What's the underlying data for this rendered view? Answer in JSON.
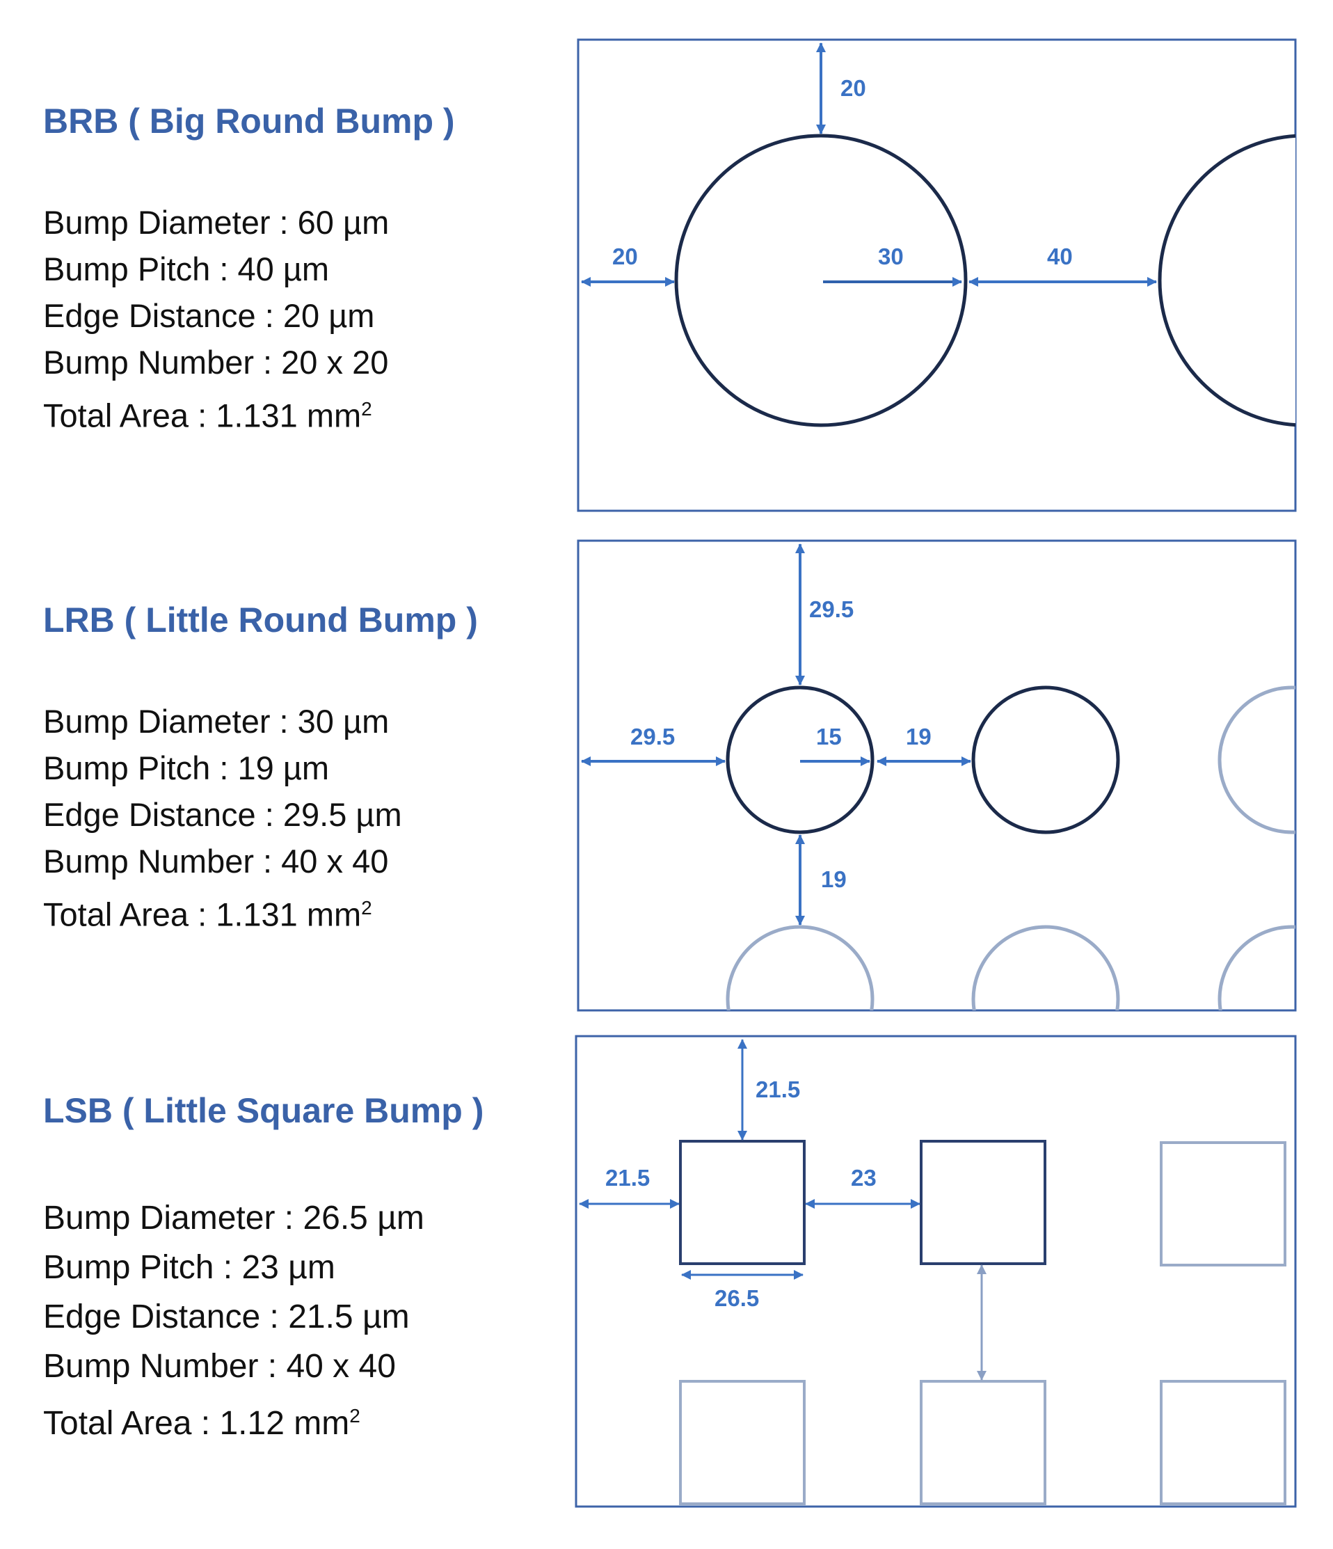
{
  "sections": [
    {
      "title": "BRB ( Big Round Bump )",
      "specs": {
        "diameter": "Bump Diameter : 60  µm",
        "pitch": "Bump Pitch : 40  µm",
        "edge": "Edge Distance : 20  µm",
        "number": "Bump Number : 20 x 20",
        "area_prefix": "Total Area : 1.131 mm",
        "area_exp": "2"
      },
      "dims": {
        "top": "20",
        "left": "20",
        "radius": "30",
        "gap": "40"
      }
    },
    {
      "title": "LRB ( Little Round Bump )",
      "specs": {
        "diameter": "Bump Diameter : 30  µm",
        "pitch": "Bump Pitch : 19  µm",
        "edge": "Edge Distance : 29.5  µm",
        "number": "Bump Number : 40 x 40",
        "area_prefix": "Total Area : 1.131 mm",
        "area_exp": "2"
      },
      "dims": {
        "top": "29.5",
        "left": "29.5",
        "radius": "15",
        "gap": "19",
        "vgap": "19"
      }
    },
    {
      "title": "LSB ( Little Square Bump )",
      "specs": {
        "diameter": "Bump Diameter : 26.5  µm",
        "pitch": "Bump Pitch : 23  µm",
        "edge": "Edge Distance : 21.5  µm",
        "number": "Bump Number : 40 x 40",
        "area_prefix": "Total Area : 1.12 mm",
        "area_exp": "2"
      },
      "dims": {
        "top": "21.5",
        "left": "21.5",
        "gap": "23",
        "size": "26.5"
      }
    }
  ],
  "colors": {
    "title": "#3a62a8",
    "arrow": "#3a72c4",
    "frame": "#3d63a8",
    "bump": "#1b2a4a",
    "ghost": "#9aabc8"
  }
}
